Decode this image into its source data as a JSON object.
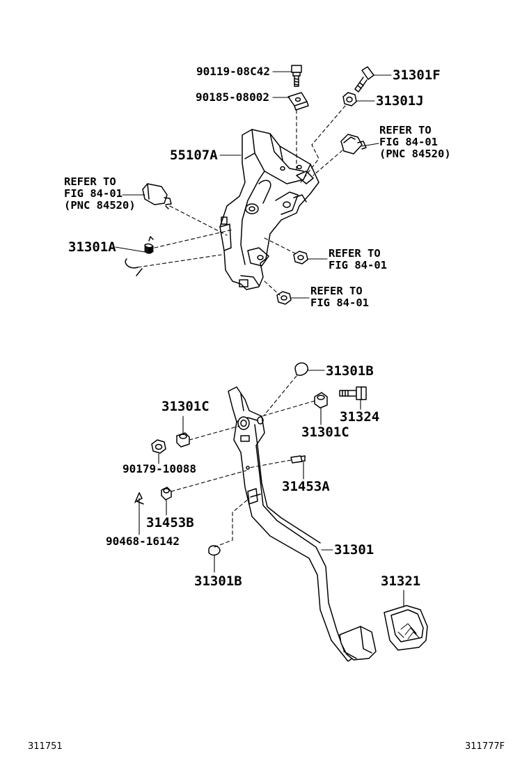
{
  "colors": {
    "ink": "#000000",
    "paper": "#ffffff"
  },
  "labels": {
    "p90119": "90119-08C42",
    "p90185": "90185-08002",
    "p31301F": "31301F",
    "p31301J": "31301J",
    "p55107A": "55107A",
    "ref_right": [
      "REFER TO",
      "FIG 84-01",
      "(PNC 84520)"
    ],
    "ref_left": [
      "REFER TO",
      "FIG 84-01",
      "(PNC 84520)"
    ],
    "p31301A": "31301A",
    "ref_nut1": [
      "REFER TO",
      "FIG 84-01"
    ],
    "ref_nut2": [
      "REFER TO",
      "FIG 84-01"
    ],
    "p31301B_top": "31301B",
    "p31301C_left": "31301C",
    "p31324": "31324",
    "p31301C_right": "31301C",
    "p90179": "90179-10088",
    "p31453A": "31453A",
    "p31453B": "31453B",
    "p90468": "90468-16142",
    "p31301": "31301",
    "p31301B_bottom": "31301B",
    "p31321": "31321"
  },
  "footer": {
    "left_code": "311751",
    "right_code": "311777F"
  }
}
